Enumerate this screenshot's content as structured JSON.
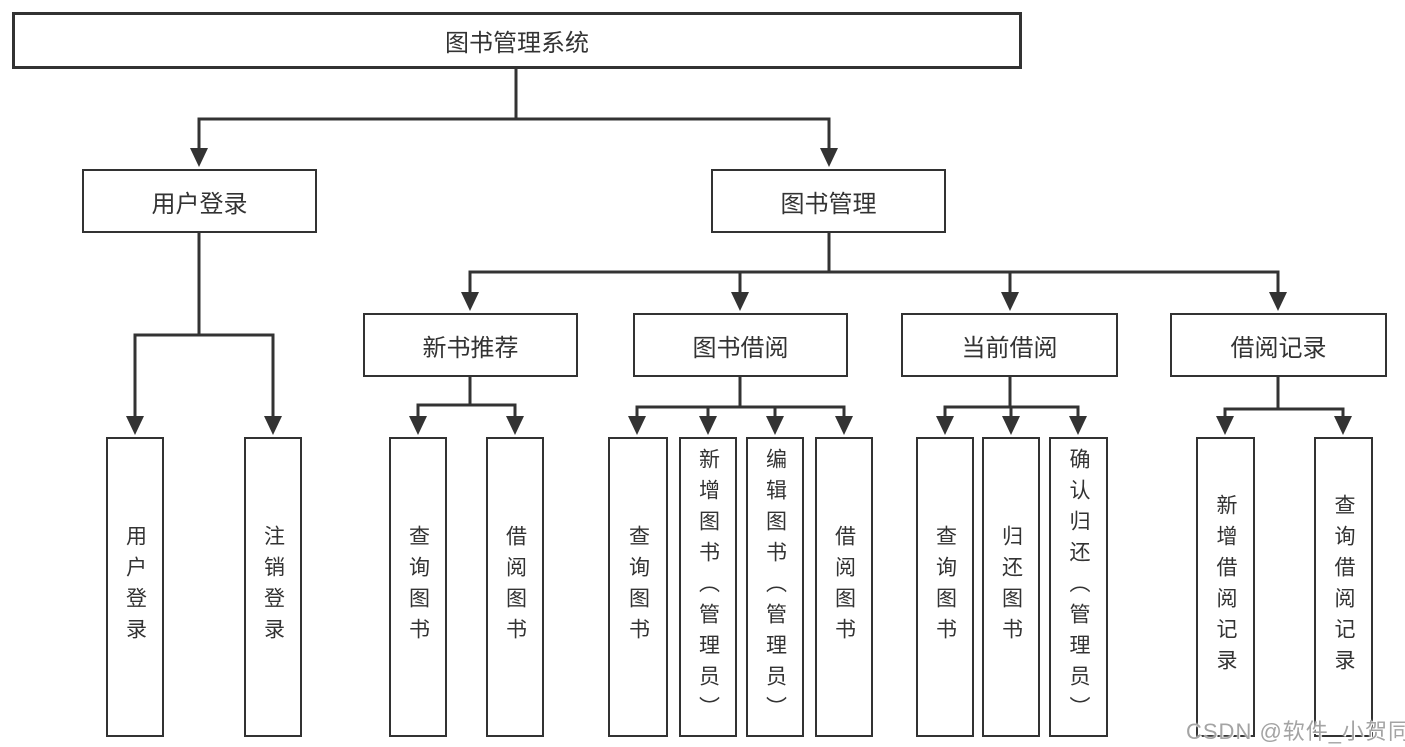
{
  "tree": {
    "label": "图书管理系统",
    "children": [
      {
        "label": "用户登录",
        "children": [
          {
            "label": "用户登录"
          },
          {
            "label": "注销登录"
          }
        ]
      },
      {
        "label": "图书管理",
        "children": [
          {
            "label": "新书推荐",
            "children": [
              {
                "label": "查询图书"
              },
              {
                "label": "借阅图书"
              }
            ]
          },
          {
            "label": "图书借阅",
            "children": [
              {
                "label": "查询图书"
              },
              {
                "label": "新增图书（管理员）"
              },
              {
                "label": "编辑图书（管理员）"
              },
              {
                "label": "借阅图书"
              }
            ]
          },
          {
            "label": "当前借阅",
            "children": [
              {
                "label": "查询图书"
              },
              {
                "label": "归还图书"
              },
              {
                "label": "确认归还（管理员）"
              }
            ]
          },
          {
            "label": "借阅记录",
            "children": [
              {
                "label": "新增借阅记录"
              },
              {
                "label": "查询借阅记录"
              }
            ]
          }
        ]
      }
    ]
  },
  "watermark": {
    "text": "CSDN @软件_小贺同学"
  },
  "colors": {
    "line": "#333333",
    "box_border": "#323232",
    "text": "#333333",
    "background": "#ffffff",
    "watermark": "#a4a4a4"
  }
}
